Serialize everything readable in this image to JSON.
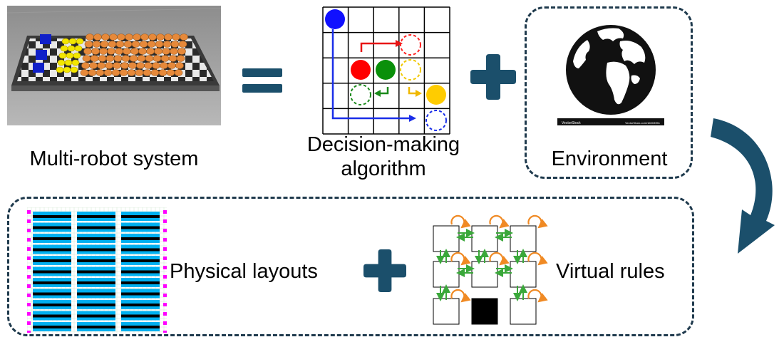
{
  "labels": {
    "multi_robot": "Multi-robot system",
    "decision_line1": "Decision-making",
    "decision_line2": "algorithm",
    "environment": "Environment",
    "physical": "Physical layouts",
    "virtual": "Virtual rules"
  },
  "globe_caption": {
    "left": "VectorStock",
    "right": "VectorStock.com/16003951"
  },
  "icons": {
    "equals": "equals-icon",
    "plus": "plus-icon",
    "curved_arrow": "curved-arrow-icon",
    "globe": "globe-icon"
  },
  "colors": {
    "operator": "#1b4f6b",
    "dash": "#1f3a4d",
    "robot_orange": "#e6893a",
    "robot_yellow": "#f2e600",
    "robot_blue_box": "#1020c8",
    "grid_blue": "#00b0f0",
    "grid_magenta": "#ff00ff",
    "rule_green": "#3aa83a",
    "rule_orange": "#f08a24"
  }
}
